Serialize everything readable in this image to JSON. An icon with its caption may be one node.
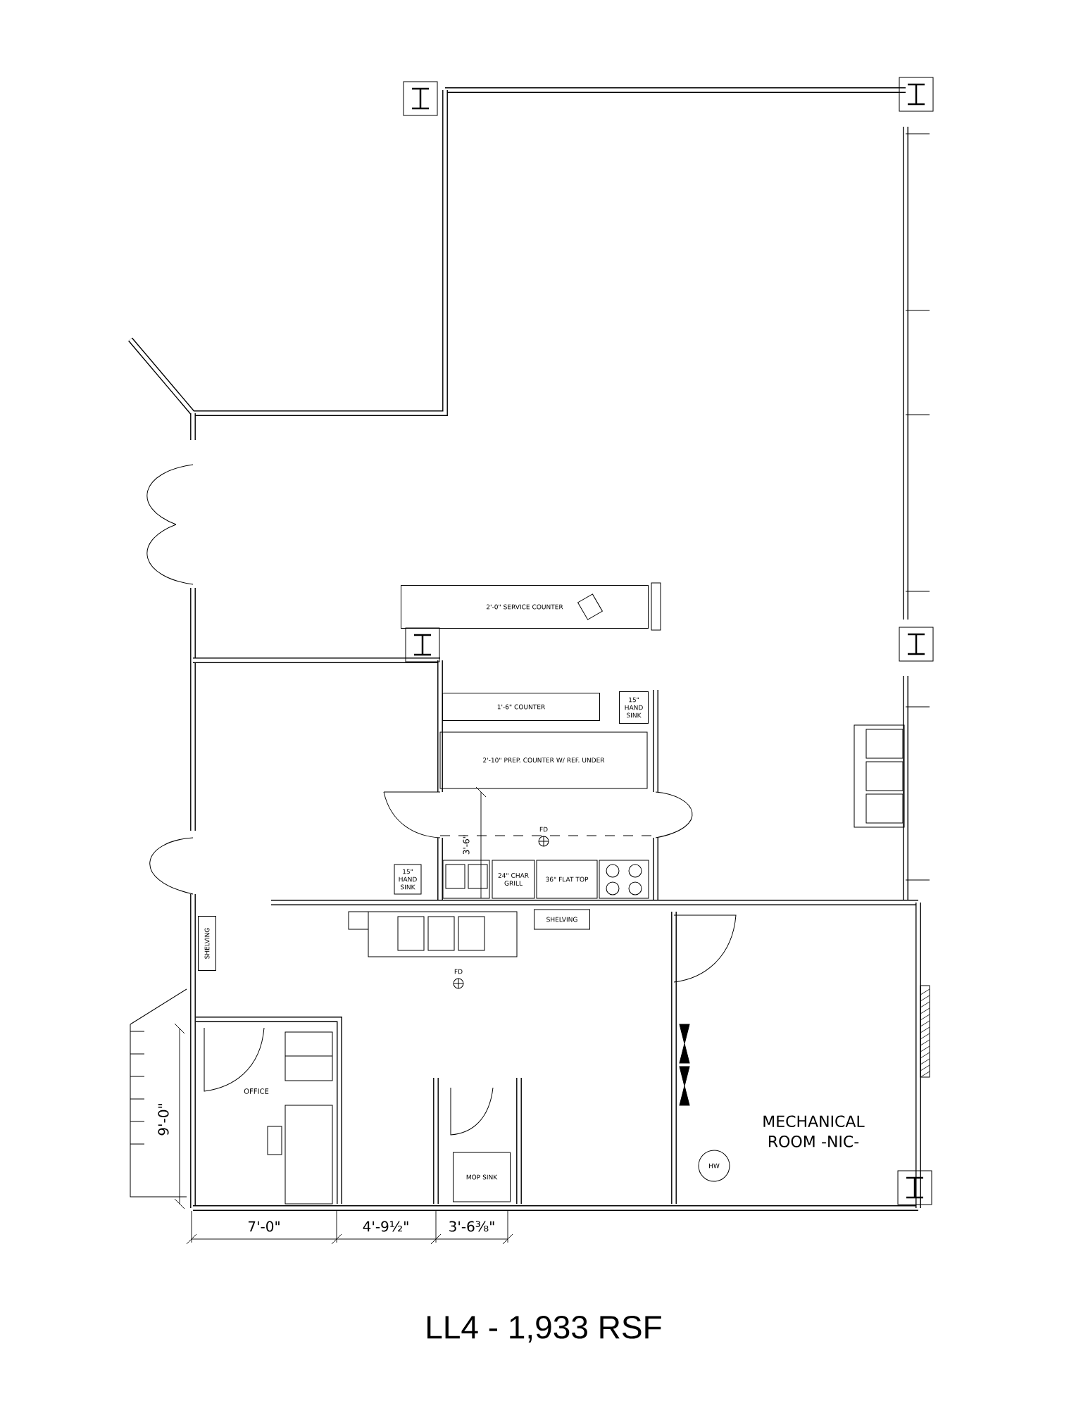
{
  "diagram": {
    "caption": "LL4 - 1,933 RSF",
    "nodes": [
      {
        "text": [
          "2'-0\" SERVICE COUNTER"
        ]
      },
      {
        "text": [
          "1'-6\" COUNTER"
        ]
      },
      {
        "text": [
          "15\" HAND SINK"
        ]
      },
      {
        "text": [
          "2'-10\" PREP. COUNTER W/ REF. UNDER"
        ]
      },
      {
        "text": [
          "24\" CHAR GRILL"
        ]
      },
      {
        "text": [
          "36\" FLAT TOP"
        ]
      },
      {
        "text": [
          "15\" HAND SINK"
        ]
      },
      {
        "text": [
          "SHELVING"
        ]
      },
      {
        "text": [
          "SHELVING"
        ]
      },
      {
        "text": [
          "MOP SINK"
        ]
      },
      {
        "text": [
          "HW"
        ]
      }
    ],
    "edges": [],
    "labels": [
      "3'-6\"",
      "FD",
      "FD",
      "OFFICE",
      "MECHANICAL ROOM -NIC-",
      "9'-0\"",
      "7'-0\"",
      "4'-9½\"",
      "3'-6⅜\""
    ]
  }
}
